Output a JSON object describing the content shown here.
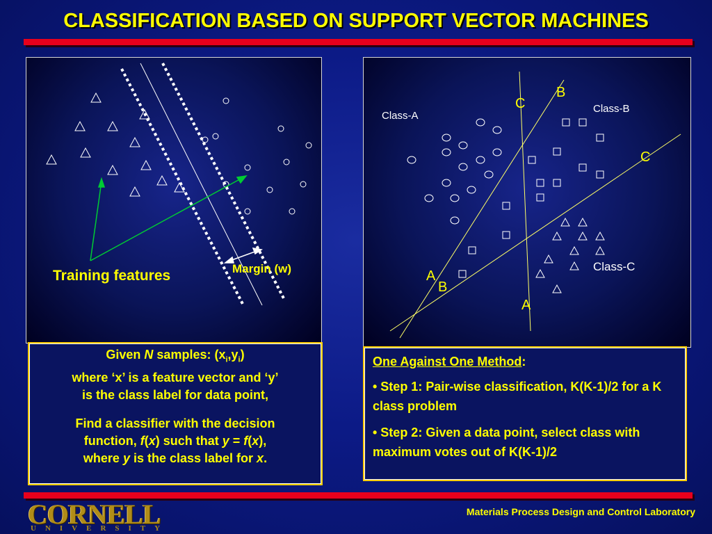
{
  "title": "CLASSIFICATION BASED ON SUPPORT VECTOR MACHINES",
  "left_panel": {
    "training_label": "Training features",
    "margin_label": "Margin (w)"
  },
  "right_panel": {
    "class_a_label": "Class-A",
    "class_b_label": "Class-B",
    "class_c_label": "Class-C",
    "line_labels": [
      "B",
      "C",
      "C",
      "A",
      "B",
      "A"
    ]
  },
  "given_box": {
    "given_prefix": "Given ",
    "n": "N",
    "samples_text": " samples:  (x",
    "sub_i1": "i",
    "comma_y": ",y",
    "sub_i2": "i",
    "close_paren": ")",
    "line2": "where  ‘x’ is a feature vector and ‘y’",
    "line3": "is the class label for data point,",
    "find1": "Find a classifier with the decision",
    "func_prefix": "function, ",
    "f1": "f",
    "paren_open1": "(",
    "x1": "x",
    "paren_close_such": ") such that ",
    "y1": "y",
    "eq": " = ",
    "f2": "f",
    "paren_open2": "(",
    "x2": "x",
    "paren_close_comma": "),",
    "where_prefix": "where ",
    "y2": "y",
    "is_label_for": " is the class label for ",
    "x3": "x",
    "period": "."
  },
  "method_box": {
    "heading": "One Against One Method",
    "heading_colon": ":",
    "step1": "• Step 1: Pair-wise classification, K(K-1)/2 for a K class problem",
    "step2": "• Step 2: Given a data point, select class with maximum votes out of K(K-1)/2"
  },
  "logo": {
    "name": "CORNELL",
    "sub": "UNIVERSITY"
  },
  "footer": "Materials Process Design and Control Laboratory",
  "colors": {
    "title": "#ffff00",
    "accent_bar": "#e8001c",
    "box_border": "#ffcc00",
    "green_arrow": "#00cc33",
    "separator_line": "#ffff66"
  }
}
